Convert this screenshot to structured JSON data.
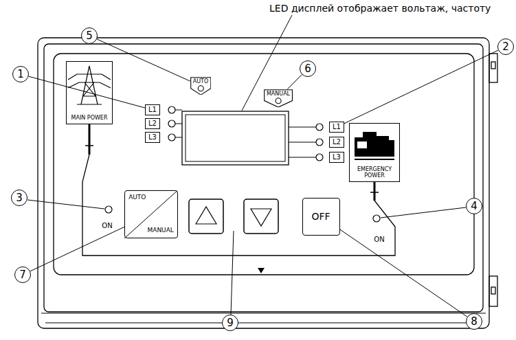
{
  "diagram": {
    "nodes": [
      {
        "text": [
          "5"
        ]
      },
      {
        "text": [
          "6"
        ]
      },
      {
        "text": [
          "1"
        ]
      },
      {
        "text": [
          "2"
        ]
      },
      {
        "text": [
          "AUTO"
        ]
      },
      {
        "text": [
          "MAIN POWER"
        ]
      },
      {
        "text": [
          "MANUAL"
        ]
      },
      {
        "text": [
          "L1"
        ]
      },
      {
        "text": [
          "L2"
        ]
      },
      {
        "text": [
          "L3"
        ]
      },
      {
        "text": [
          "L1"
        ]
      },
      {
        "text": [
          "L2"
        ]
      },
      {
        "text": [
          "L3"
        ]
      },
      {
        "text": [
          "EMERGENCY POWER"
        ]
      },
      {
        "text": [
          "3"
        ]
      },
      {
        "text": [
          "4"
        ]
      },
      {
        "text": [
          "AUTO",
          "MANUAL"
        ]
      },
      {
        "text": [
          "OFF"
        ]
      },
      {
        "text": [
          "7"
        ]
      },
      {
        "text": [
          "9"
        ]
      },
      {
        "text": [
          "8"
        ]
      }
    ],
    "edges": [
      {
        "from": 0,
        "to": 4,
        "arrow": "none"
      },
      {
        "from": 1,
        "to": 6,
        "arrow": "none"
      },
      {
        "from": 2,
        "to": 7,
        "arrow": "none"
      },
      {
        "from": 3,
        "to": 10,
        "arrow": "none"
      },
      {
        "from": 18,
        "to": 16,
        "arrow": "none"
      },
      {
        "from": 20,
        "to": 17,
        "arrow": "none"
      }
    ],
    "labels": [
      "LED дисплей отображает вольтаж, частоту",
      "ON",
      "ON"
    ]
  }
}
